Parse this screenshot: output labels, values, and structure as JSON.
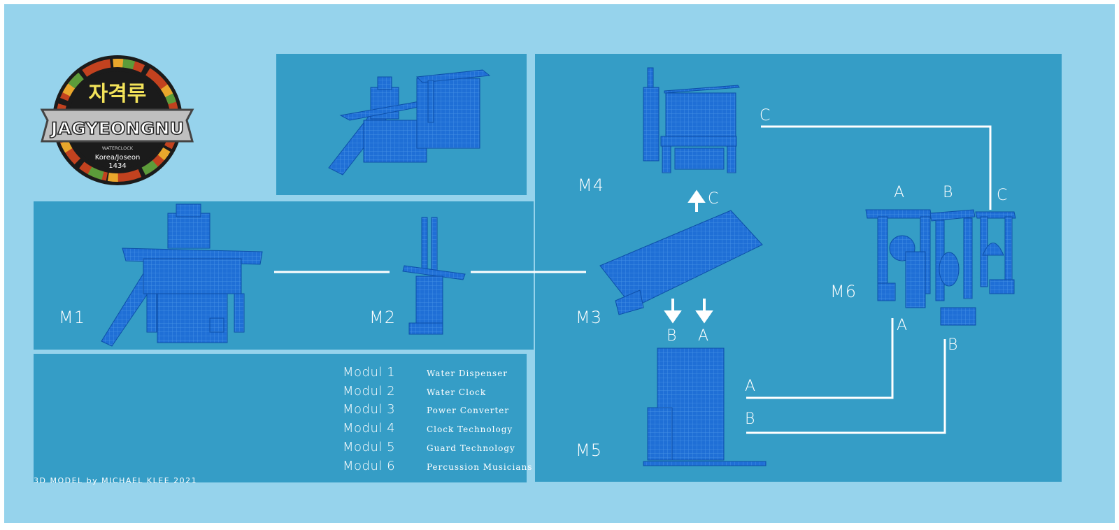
{
  "logo": {
    "hangul": "자격루",
    "title": "JAGYEONGNU",
    "subtitle": "WATERCLOCK",
    "place": "Korea/Joseon",
    "year": "1434"
  },
  "modules": [
    {
      "code": "M1",
      "name": "Modul 1",
      "description": "Water Dispenser"
    },
    {
      "code": "M2",
      "name": "Modul 2",
      "description": "Water Clock"
    },
    {
      "code": "M3",
      "name": "Modul 3",
      "description": "Power Converter"
    },
    {
      "code": "M4",
      "name": "Modul 4",
      "description": "Clock Technology"
    },
    {
      "code": "M5",
      "name": "Modul 5",
      "description": "Guard Technology"
    },
    {
      "code": "M6",
      "name": "Modul 6",
      "description": "Percussion Musicians"
    }
  ],
  "connectors": {
    "a": "A",
    "b": "B",
    "c": "C"
  },
  "credit": "3D MODEL by MICHAEL KLEE 2021",
  "colors": {
    "frame": "#96d3ec",
    "panel": "#359dc6",
    "model": "#1f6fd6",
    "line": "#ffffff"
  }
}
